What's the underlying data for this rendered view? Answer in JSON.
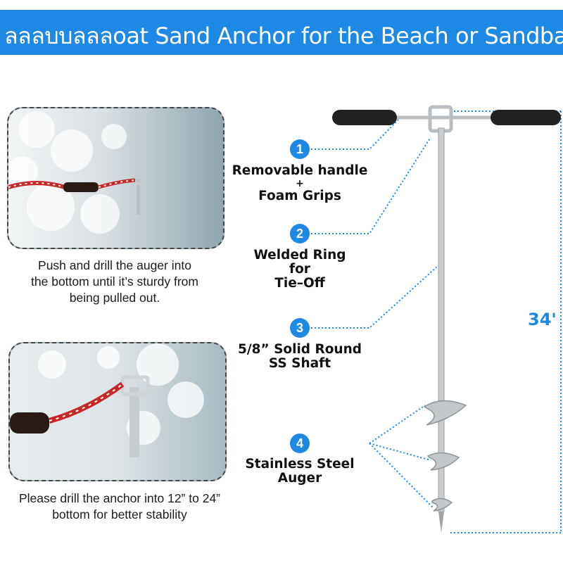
{
  "banner": {
    "title": "ลลลบบลลลoat Sand Anchor for the Beach or Sandbar"
  },
  "photos": [
    {
      "caption": [
        "Push and drill the auger into",
        "the bottom until it’s sturdy from",
        "being pulled out."
      ]
    },
    {
      "caption": [
        "Please drill the anchor into 12” to 24”",
        "bottom for better stability"
      ]
    }
  ],
  "features": [
    {
      "number": "1",
      "lines": [
        "Removable handle",
        "+",
        "Foam Grips"
      ]
    },
    {
      "number": "2",
      "lines": [
        "Welded Ring",
        "for",
        "Tie–Off"
      ]
    },
    {
      "number": "3",
      "lines": [
        "5/8” Solid Round",
        "SS Shaft"
      ]
    },
    {
      "number": "4",
      "lines": [
        "Stainless Steel",
        "Auger"
      ]
    }
  ],
  "measurement": "34'",
  "colors": {
    "accent": "#1e88e5",
    "text": "#111111",
    "banner_text": "#ffffff"
  }
}
